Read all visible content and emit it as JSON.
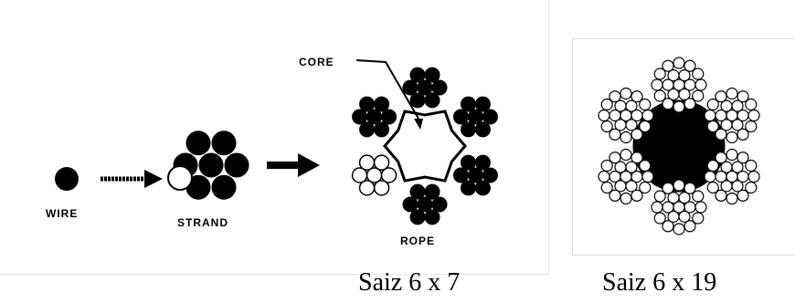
{
  "labels": {
    "wire": "WIRE",
    "strand": "STRAND",
    "core": "CORE",
    "rope": "ROPE"
  },
  "captions": {
    "left": "Saiz 6 x 7",
    "right": "Saiz 6 x 19"
  },
  "colors": {
    "wire_fill": "#000000",
    "background": "#ffffff"
  }
}
